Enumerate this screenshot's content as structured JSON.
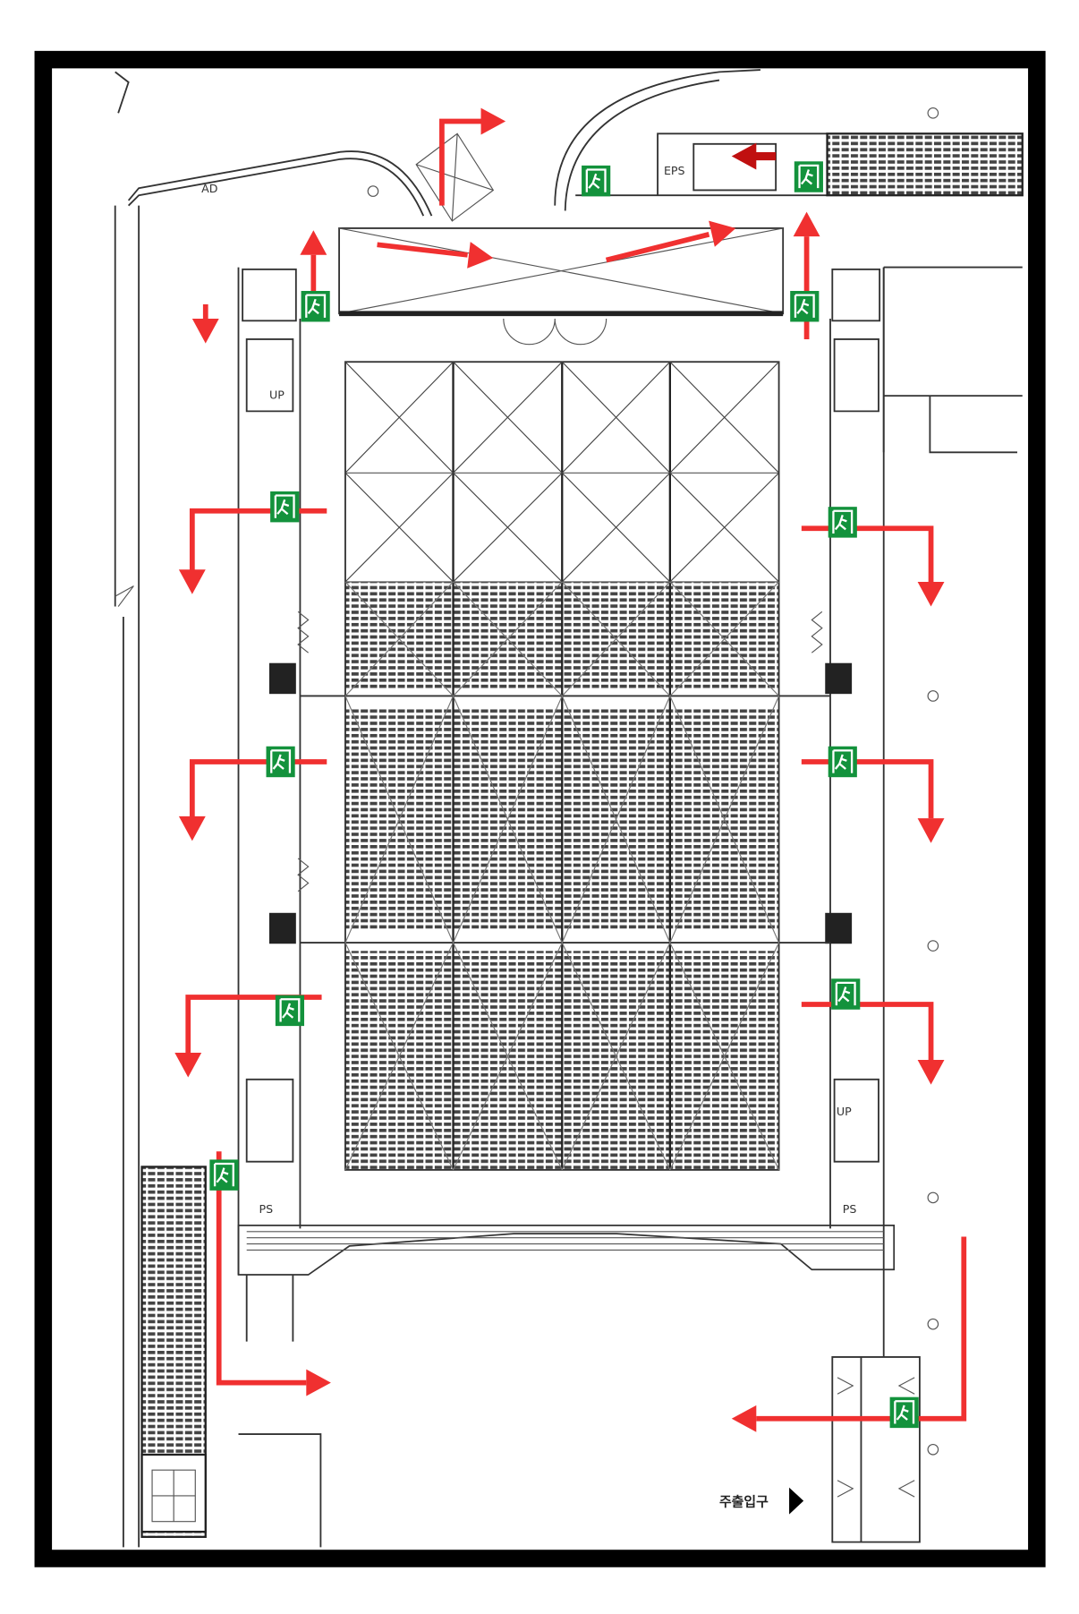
{
  "diagram": {
    "type": "evacuation-floor-plan",
    "labels": {
      "main_entrance": "주출입구",
      "eps": "EPS",
      "ad": "AD",
      "ps_left": "PS",
      "ps_right": "PS",
      "up_left": "UP",
      "up_right": "UP"
    },
    "icons": {
      "exit_sign": "emergency-exit-sign-icon",
      "route_arrow": "evacuation-route-arrow",
      "entrance_marker": "triangle-right-icon"
    },
    "colors": {
      "frame": "#000000",
      "route": "#f03030",
      "route_dark": "#c01010",
      "exit_sign": "#13923c",
      "lines": "#333333"
    }
  }
}
